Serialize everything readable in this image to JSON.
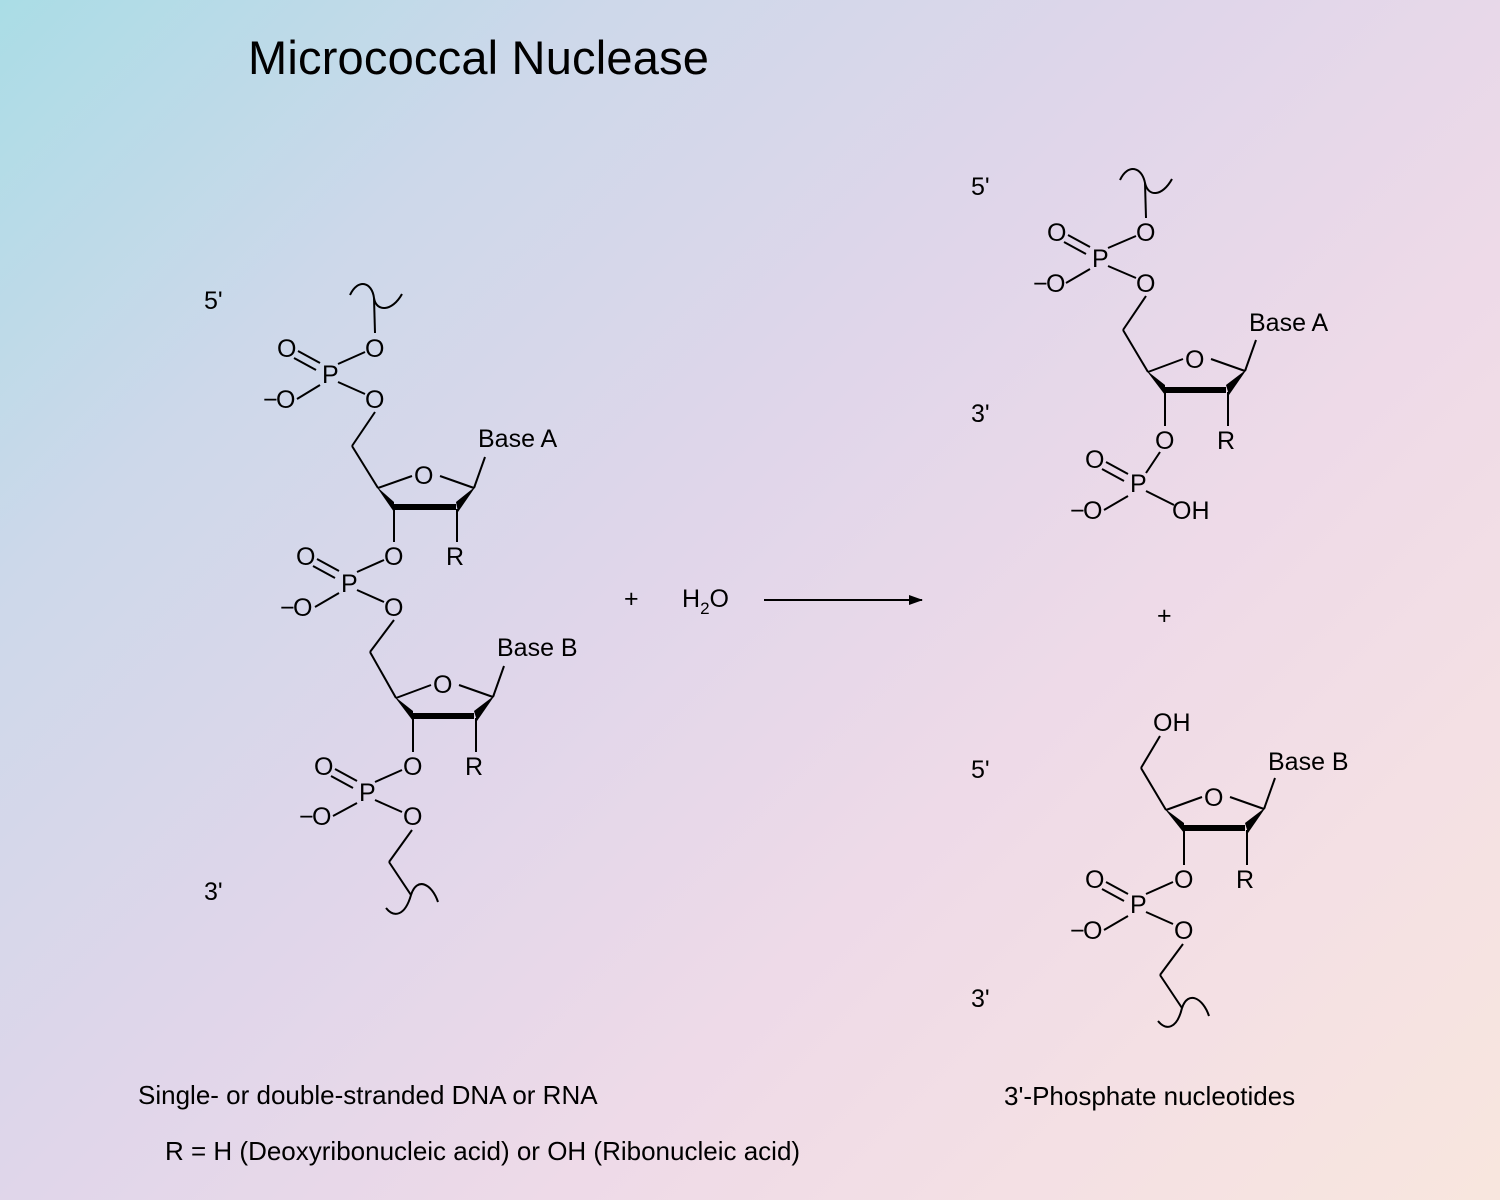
{
  "title": "Micrococcal Nuclease",
  "reactant": {
    "end_5": "5'",
    "end_3": "3'",
    "base_a": "Base A",
    "base_b": "Base B",
    "r": "R",
    "caption": "Single- or double-stranded DNA or RNA"
  },
  "reagent": {
    "plus": "+",
    "water": "H",
    "water_sub": "2",
    "water_tail": "O"
  },
  "products": {
    "top": {
      "end_5": "5'",
      "end_3": "3'",
      "base": "Base A",
      "r": "R",
      "oh": "OH"
    },
    "plus": "+",
    "bottom": {
      "end_5": "5'",
      "end_3": "3'",
      "base": "Base B",
      "r": "R",
      "oh": "OH"
    },
    "caption": "3'-Phosphate nucleotides"
  },
  "atoms": {
    "o": "O",
    "p": "P",
    "o_minus": "O",
    "minus": "−"
  },
  "footnote": "R = H (Deoxyribonucleic acid) or OH (Ribonucleic acid)"
}
